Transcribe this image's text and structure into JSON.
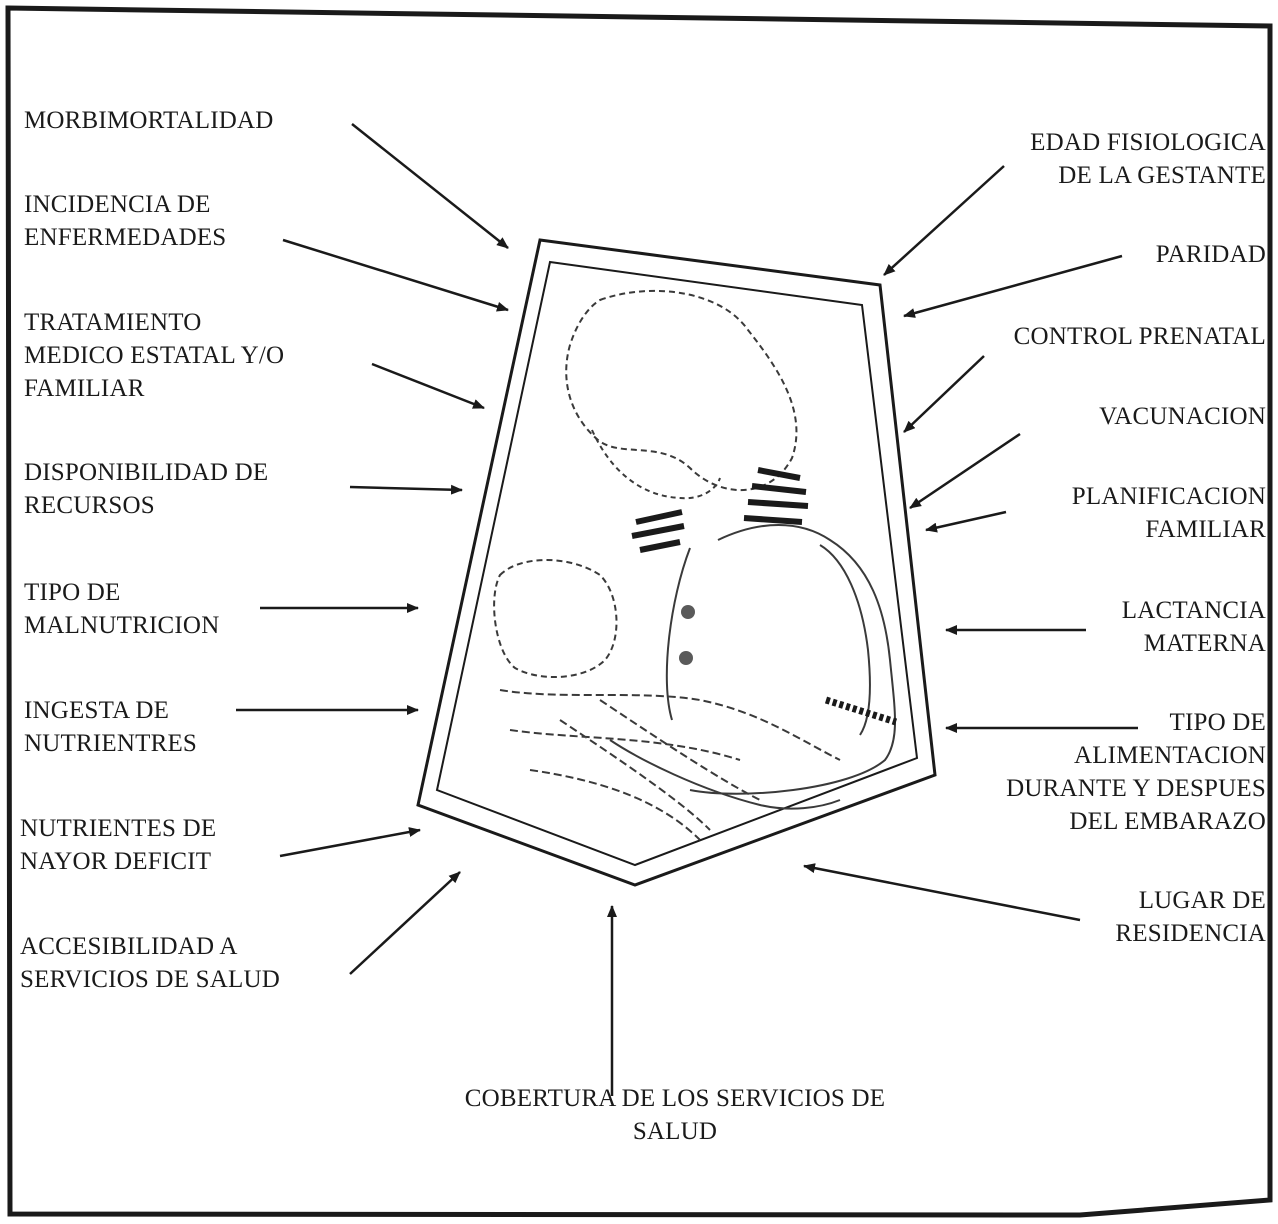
{
  "left_labels": {
    "morbimortalidad": [
      "MORBIMORTALIDAD"
    ],
    "incidencia": [
      "INCIDENCIA DE",
      "ENFERMEDADES"
    ],
    "tratamiento": [
      "TRATAMIENTO",
      "MEDICO ESTATAL Y/O",
      "FAMILIAR"
    ],
    "disponibilidad": [
      "DISPONIBILIDAD DE",
      "RECURSOS"
    ],
    "tipo_malnutricion": [
      "TIPO DE",
      "MALNUTRICION"
    ],
    "ingesta": [
      "INGESTA DE",
      "NUTRIENTRES"
    ],
    "nutrientes_deficit": [
      "NUTRIENTES DE",
      "NAYOR DEFICIT"
    ],
    "accesibilidad": [
      "ACCESIBILIDAD A",
      "SERVICIOS DE SALUD"
    ]
  },
  "right_labels": {
    "edad_fisiologica": [
      "EDAD FISIOLOGICA",
      "DE LA GESTANTE"
    ],
    "paridad": [
      "PARIDAD"
    ],
    "control_prenatal": [
      "CONTROL PRENATAL"
    ],
    "vacunacion": [
      "VACUNACION"
    ],
    "planificacion": [
      "PLANIFICACION",
      "FAMILIAR"
    ],
    "lactancia": [
      "LACTANCIA",
      "MATERNA"
    ],
    "tipo_alimentacion": [
      "TIPO DE",
      "ALIMENTACION",
      "DURANTE Y DESPUES",
      "DEL EMBARAZO"
    ],
    "lugar_residencia": [
      "LUGAR DE",
      "RESIDENCIA"
    ]
  },
  "bottom_labels": {
    "cobertura": [
      "COBERTURA DE LOS SERVICIOS DE",
      "SALUD"
    ]
  },
  "colors": {
    "ink": "#1a1a1a",
    "accent_dark": "#5a5a5a",
    "background": "#ffffff"
  }
}
